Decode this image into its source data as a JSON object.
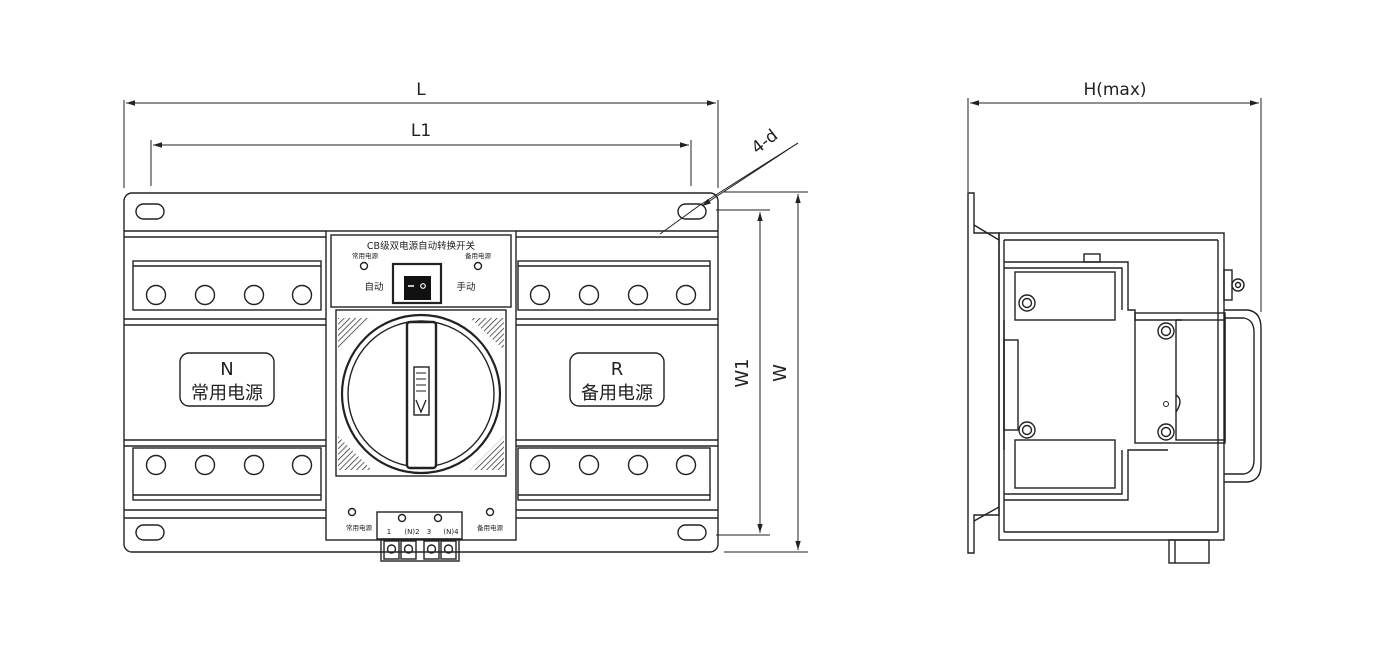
{
  "dimensions": {
    "L": "L",
    "L1": "L1",
    "hole": "4-d",
    "W1": "W1",
    "W": "W",
    "H": "H(max)"
  },
  "front_panel": {
    "title": "CB级双电源自动转换开关",
    "led_left": "常用电源",
    "led_right": "备用电源",
    "mode_auto": "自动",
    "mode_manual": "手动",
    "bottom_left": "常用电源",
    "bottom_right": "备用电源",
    "terminal_labels": [
      "1",
      "(N)2",
      "3",
      "(N)4"
    ]
  },
  "left_module": {
    "letter": "N",
    "name": "常用电源"
  },
  "right_module": {
    "letter": "R",
    "name": "备用电源"
  }
}
